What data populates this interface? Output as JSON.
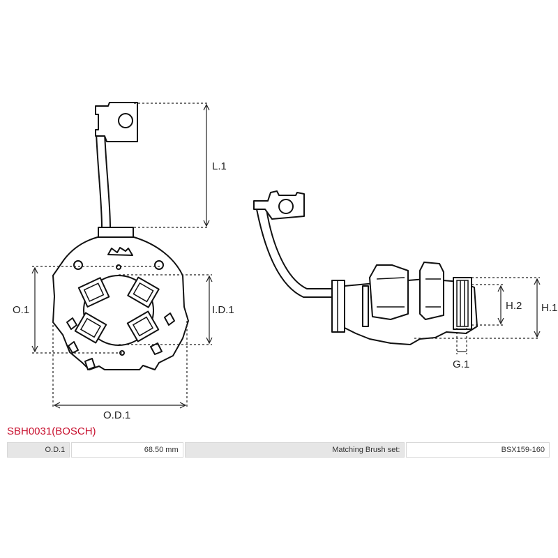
{
  "part": {
    "title": "SBH0031(BOSCH)"
  },
  "dimension_labels": {
    "l1": "L.1",
    "o1": "O.1",
    "id1": "I.D.1",
    "od1": "O.D.1",
    "h1": "H.1",
    "h2": "H.2",
    "g1": "G.1"
  },
  "specs": {
    "od1_label": "O.D.1",
    "od1_value": "68.50 mm",
    "matching_label": "Matching Brush set:",
    "matching_value": "BSX159-160"
  }
}
